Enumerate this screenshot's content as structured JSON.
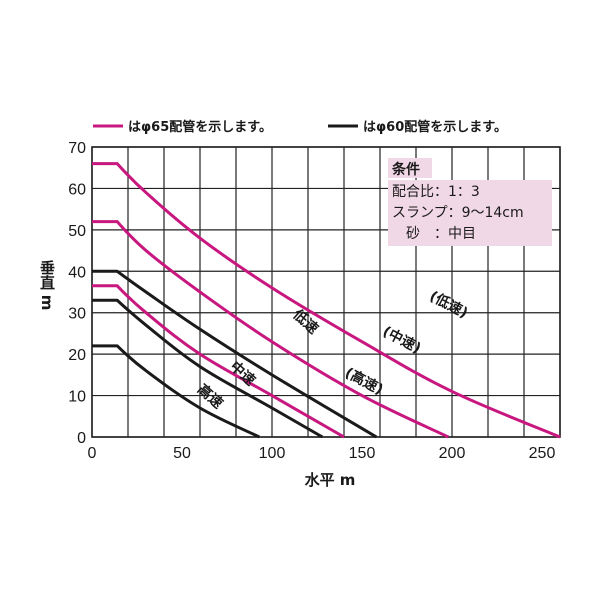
{
  "chart_data": {
    "type": "line",
    "xlabel": "水平 m",
    "ylabel": "垂直 m",
    "xlim": [
      0,
      260
    ],
    "ylim": [
      0,
      70
    ],
    "xticks": [
      0,
      50,
      100,
      150,
      200,
      250
    ],
    "yticks": [
      0,
      10,
      20,
      30,
      40,
      50,
      60,
      70
    ],
    "grid": true,
    "legend_position": "top",
    "legend": [
      {
        "text": "はφ65配管を示します。",
        "color": "#c8177f"
      },
      {
        "text": "はφ60配管を示します。",
        "color": "#1a1a1a"
      }
    ],
    "conditions": {
      "title": "条件",
      "lines": [
        "配合比：1：3",
        "スランプ：9〜14cm",
        "　砂　：中目"
      ]
    },
    "series": [
      {
        "group": "φ65",
        "color": "#c8177f",
        "x": [
          0,
          14,
          30,
          60,
          100,
          150,
          200,
          260
        ],
        "y": [
          66,
          66,
          59,
          48,
          36,
          23,
          11,
          0
        ]
      },
      {
        "group": "φ65",
        "color": "#c8177f",
        "x": [
          0,
          14,
          30,
          60,
          100,
          150,
          198
        ],
        "y": [
          52,
          52,
          45,
          35,
          23,
          10,
          0
        ]
      },
      {
        "group": "φ65",
        "color": "#c8177f",
        "x": [
          0,
          14,
          30,
          60,
          100,
          140
        ],
        "y": [
          36.5,
          36.5,
          30,
          20,
          10,
          0
        ]
      },
      {
        "group": "φ60",
        "color": "#1a1a1a",
        "x": [
          0,
          14,
          30,
          60,
          100,
          158
        ],
        "y": [
          40,
          40,
          35,
          26,
          15,
          0
        ]
      },
      {
        "group": "φ60",
        "color": "#1a1a1a",
        "x": [
          0,
          14,
          30,
          60,
          100,
          128
        ],
        "y": [
          33,
          33,
          27,
          17,
          7,
          0
        ]
      },
      {
        "group": "φ60",
        "color": "#1a1a1a",
        "x": [
          0,
          14,
          30,
          60,
          93
        ],
        "y": [
          22,
          22,
          16,
          7,
          0
        ]
      }
    ],
    "annotations": [
      {
        "text": "(低速)",
        "x": 197,
        "y": 31,
        "angle": 28
      },
      {
        "text": "(中速)",
        "x": 171,
        "y": 22.5,
        "angle": 28
      },
      {
        "text": "(高速)",
        "x": 150,
        "y": 12.5,
        "angle": 28
      },
      {
        "text": "低速",
        "x": 117,
        "y": 27,
        "angle": 42
      },
      {
        "text": "中速",
        "x": 82,
        "y": 14.5,
        "angle": 42
      },
      {
        "text": "高速",
        "x": 64,
        "y": 9,
        "angle": 42
      }
    ]
  }
}
